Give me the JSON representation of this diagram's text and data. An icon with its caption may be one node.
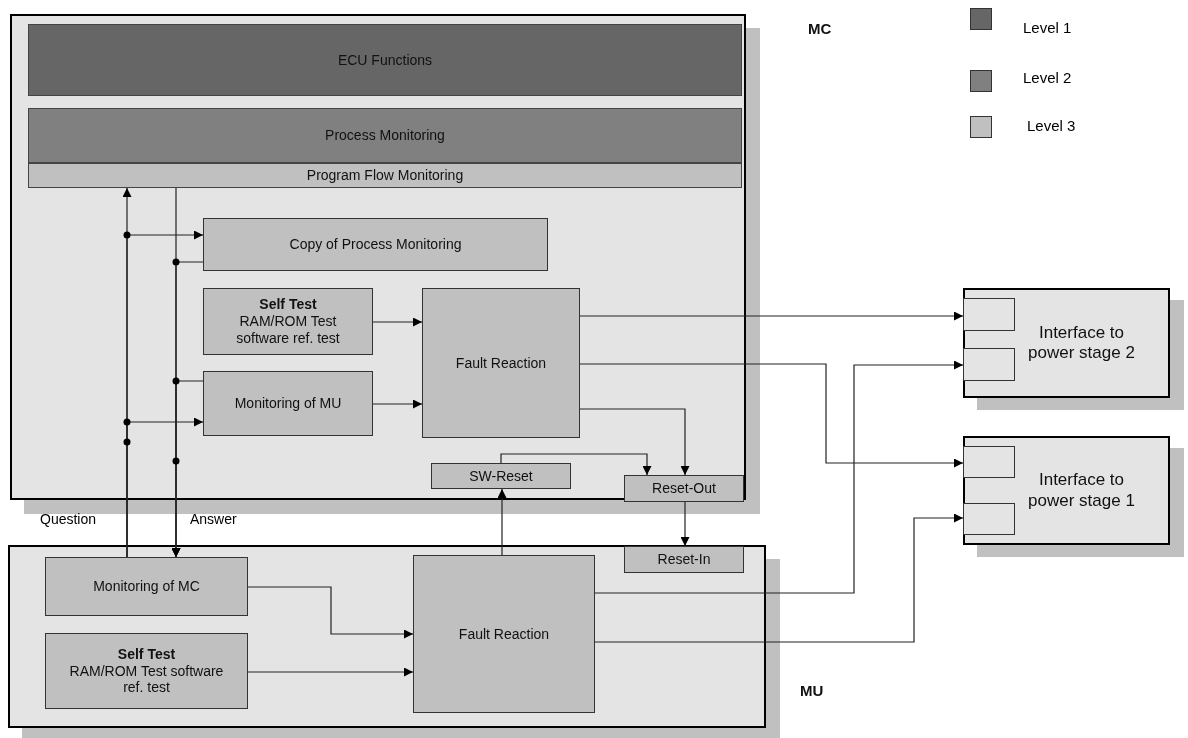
{
  "diagram": {
    "nodes": [
      {
        "text": [
          "MC"
        ]
      },
      {
        "text": [
          "ECU Functions"
        ],
        "in": 0
      },
      {
        "text": [
          "Process Monitoring"
        ],
        "in": 0
      },
      {
        "text": [
          "Program Flow Monitoring"
        ],
        "in": 0
      },
      {
        "text": [
          "Copy of Process Monitoring"
        ],
        "in": 0
      },
      {
        "text": [
          "Self Test",
          "RAM/ROM Test software ref. test"
        ],
        "in": 0
      },
      {
        "text": [
          "Monitoring of MU"
        ],
        "in": 0
      },
      {
        "text": [
          "Fault Reaction"
        ],
        "in": 0
      },
      {
        "text": [
          "SW-Reset"
        ],
        "in": 0
      },
      {
        "text": [
          "Reset-Out"
        ],
        "in": 0
      },
      {
        "text": [
          "MU"
        ]
      },
      {
        "text": [
          "Reset-In"
        ],
        "in": 10
      },
      {
        "text": [
          "Monitoring of MC"
        ],
        "in": 10
      },
      {
        "text": [
          "Self Test",
          "RAM/ROM Test software ref. test"
        ],
        "in": 10
      },
      {
        "text": [
          "Fault Reaction"
        ],
        "in": 10
      },
      {
        "text": [
          "Interface to power stage 2"
        ]
      },
      {
        "text": [],
        "shape": "box",
        "in": 15
      },
      {
        "text": [],
        "shape": "box",
        "in": 15
      },
      {
        "text": [
          "Interface to power stage 1"
        ]
      },
      {
        "text": [],
        "shape": "box",
        "in": 18
      },
      {
        "text": [],
        "shape": "box",
        "in": 18
      }
    ],
    "edges": [
      {
        "from": 12,
        "to": 3,
        "arrow": "to"
      },
      {
        "from": 12,
        "to": 4,
        "arrow": "to"
      },
      {
        "from": 12,
        "to": 6,
        "arrow": "to"
      },
      {
        "from": 3,
        "to": 12,
        "arrow": "to"
      },
      {
        "from": 4,
        "to": 12,
        "arrow": "to"
      },
      {
        "from": 6,
        "to": 12,
        "arrow": "to"
      },
      {
        "from": 5,
        "to": 7,
        "arrow": "to"
      },
      {
        "from": 6,
        "to": 7,
        "arrow": "to"
      },
      {
        "from": 7,
        "to": 16,
        "arrow": "to"
      },
      {
        "from": 7,
        "to": 19,
        "arrow": "to"
      },
      {
        "from": 7,
        "to": 9,
        "arrow": "to"
      },
      {
        "from": 8,
        "to": 9,
        "arrow": "to"
      },
      {
        "from": 14,
        "to": 8,
        "arrow": "to"
      },
      {
        "from": 9,
        "to": 11,
        "arrow": "to"
      },
      {
        "from": 14,
        "to": 17,
        "arrow": "to"
      },
      {
        "from": 14,
        "to": 20,
        "arrow": "to"
      },
      {
        "from": 12,
        "to": 14,
        "arrow": "to"
      },
      {
        "from": 13,
        "to": 14,
        "arrow": "to"
      }
    ],
    "labels": [
      "Question",
      "Answer"
    ],
    "legend": [
      {
        "text": "Level 1",
        "color": "#666666"
      },
      {
        "text": "Level 2",
        "color": "#808080"
      },
      {
        "text": "Level 3",
        "color": "#c0c0c0"
      }
    ]
  }
}
